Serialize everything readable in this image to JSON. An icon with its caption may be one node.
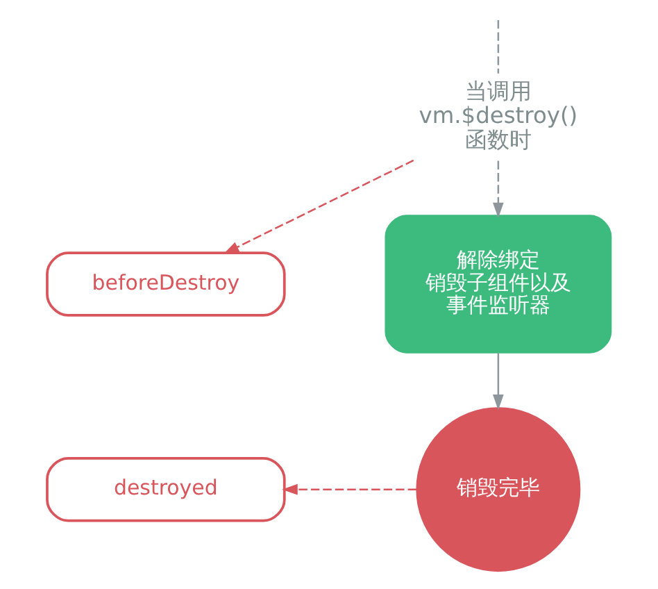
{
  "diagram": {
    "nodes": [
      {
        "text": [
          "当调用 vm.$destroy() 函数时"
        ]
      },
      {
        "text": [
          "beforeDestroy"
        ]
      },
      {
        "text": [
          "解除绑定销毁子组件以及事件监听器"
        ]
      },
      {
        "text": [
          "销毁完毕"
        ]
      },
      {
        "text": [
          "destroyed"
        ]
      }
    ],
    "edges": [
      {
        "from": null,
        "to": 0,
        "arrow": "none",
        "style": "dashed"
      },
      {
        "from": 0,
        "to": 1,
        "arrow": "to",
        "style": "dashed",
        "color": "#d9555c"
      },
      {
        "from": 0,
        "to": 2,
        "arrow": "to",
        "style": "dashed"
      },
      {
        "from": 2,
        "to": 3,
        "arrow": "to"
      },
      {
        "from": 3,
        "to": 4,
        "arrow": "to",
        "style": "dashed",
        "color": "#d9555c"
      }
    ]
  }
}
